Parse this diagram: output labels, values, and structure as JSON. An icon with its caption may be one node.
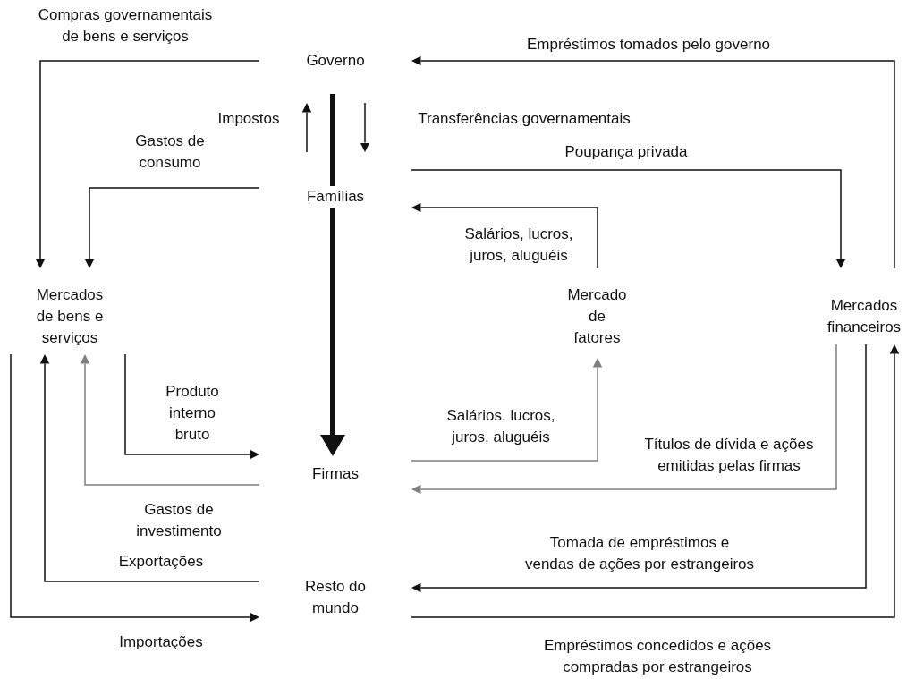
{
  "diagram": {
    "nodes": [
      {
        "text": [
          "Governo"
        ]
      },
      {
        "text": [
          "Famílias"
        ]
      },
      {
        "text": [
          "Mercados de bens e serviços"
        ]
      },
      {
        "text": [
          "Mercado de fatores"
        ]
      },
      {
        "text": [
          "Mercados financeiros"
        ]
      },
      {
        "text": [
          "Firmas"
        ]
      },
      {
        "text": [
          "Resto do mundo"
        ]
      }
    ],
    "edges": [
      {
        "from": 0,
        "to": 2,
        "arrow": "to",
        "label": "Compras governamentais de bens e serviços"
      },
      {
        "from": 1,
        "to": 2,
        "arrow": "to",
        "label": "Gastos de consumo"
      },
      {
        "from": 1,
        "to": 0,
        "arrow": "to",
        "label": "Impostos"
      },
      {
        "from": 0,
        "to": 1,
        "arrow": "to",
        "label": "Transferências governamentais"
      },
      {
        "from": 1,
        "to": 4,
        "arrow": "to",
        "label": "Poupança privada"
      },
      {
        "from": 4,
        "to": 0,
        "arrow": "to",
        "label": "Empréstimos tomados pelo governo"
      },
      {
        "from": 3,
        "to": 1,
        "arrow": "to",
        "label": "Salários, lucros, juros, aluguéis"
      },
      {
        "from": 2,
        "to": 5,
        "arrow": "to",
        "label": "Produto interno bruto"
      },
      {
        "from": 5,
        "to": 3,
        "arrow": "to",
        "label": "Salários, lucros, juros, aluguéis",
        "color": "#808080"
      },
      {
        "from": 5,
        "to": 2,
        "arrow": "to",
        "label": "Gastos de investimento",
        "color": "#808080"
      },
      {
        "from": 4,
        "to": 5,
        "arrow": "to",
        "label": "Títulos de dívida e ações emitidas pelas firmas",
        "color": "#808080"
      },
      {
        "from": 6,
        "to": 2,
        "arrow": "to",
        "label": "Exportações"
      },
      {
        "from": 2,
        "to": 6,
        "arrow": "to",
        "label": "Importações"
      },
      {
        "from": 4,
        "to": 6,
        "arrow": "to",
        "label": "Tomada de empréstimos e vendas de ações por estrangeiros"
      },
      {
        "from": 6,
        "to": 4,
        "arrow": "to",
        "label": "Empréstimos concedidos e ações compradas por estrangeiros"
      }
    ]
  }
}
